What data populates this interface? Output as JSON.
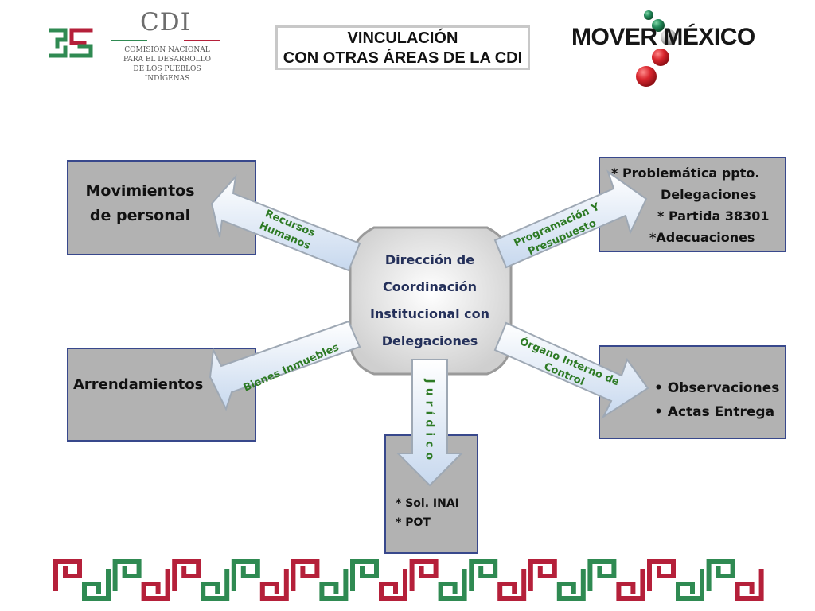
{
  "header": {
    "cdi_title": "CDI",
    "cdi_subtitle": [
      "COMISIÓN NACIONAL",
      "PARA EL DESARROLLO",
      "DE LOS PUEBLOS INDÍGENAS"
    ],
    "title_lines": [
      "VINCULACIÓN",
      "CON OTRAS ÁREAS DE LA CDI"
    ],
    "mover_mexico": "MOVER MÉXICO"
  },
  "center": {
    "lines": [
      "Dirección de",
      "Coordinación",
      "Institucional con",
      "Delegaciones"
    ]
  },
  "arrows": {
    "recursos_humanos": [
      "Recursos",
      "Humanos"
    ],
    "programacion": [
      "Programación Y",
      "Presupuesto"
    ],
    "bienes_inmuebles": "Bienes Inmuebles",
    "organo_interno": [
      "Órgano Interno de",
      "Control"
    ],
    "juridico": "Jurídico"
  },
  "boxes": {
    "personal": [
      "Movimientos",
      "de personal"
    ],
    "arrendamientos": "Arrendamientos",
    "programacion": [
      "* Problemática ppto.",
      "Delegaciones",
      "* Partida 38301",
      "*Adecuaciones"
    ],
    "observaciones": [
      "Observaciones",
      "Actas Entrega"
    ],
    "juridico": [
      "* Sol. INAI",
      "* POT"
    ]
  },
  "colors": {
    "box_fill": "#b2b2b2",
    "box_border": "#38488c",
    "arrow_fill": "#d6e4f4",
    "arrow_label": "#2d7a24",
    "center_text": "#24305a",
    "greca_red": "#b5203a",
    "greca_green": "#2f8a52",
    "mover_red": "#d9262e",
    "mover_green": "#23895a"
  }
}
